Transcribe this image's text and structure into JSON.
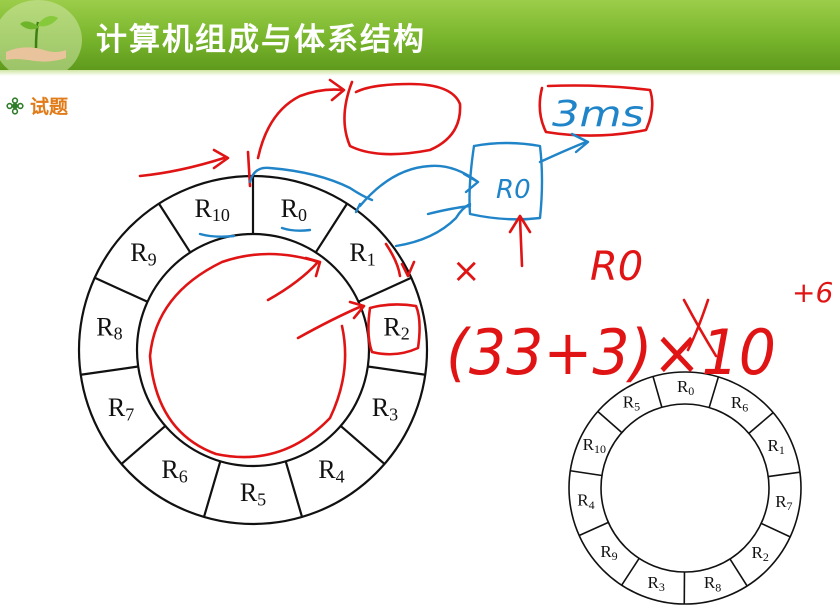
{
  "header": {
    "title": "计算机组成与体系结构",
    "background": "#78b52c"
  },
  "section": {
    "label": "试题",
    "color": "#e07b18"
  },
  "large_ring": {
    "segments": [
      "R0",
      "R1",
      "R2",
      "R3",
      "R4",
      "R5",
      "R6",
      "R7",
      "R8",
      "R9",
      "R10"
    ]
  },
  "small_ring": {
    "segments": [
      "R0",
      "R6",
      "R1",
      "R7",
      "R2",
      "R8",
      "R3",
      "R9",
      "R4",
      "R10",
      "R5"
    ]
  },
  "annotations": {
    "box_label": "R0",
    "time_label": "3ms",
    "reg_label": "R0",
    "formula": "(33+3)×10",
    "exponent": "+6",
    "cross": "×",
    "ink_red": "#e01414",
    "ink_blue": "#1f84c8"
  }
}
